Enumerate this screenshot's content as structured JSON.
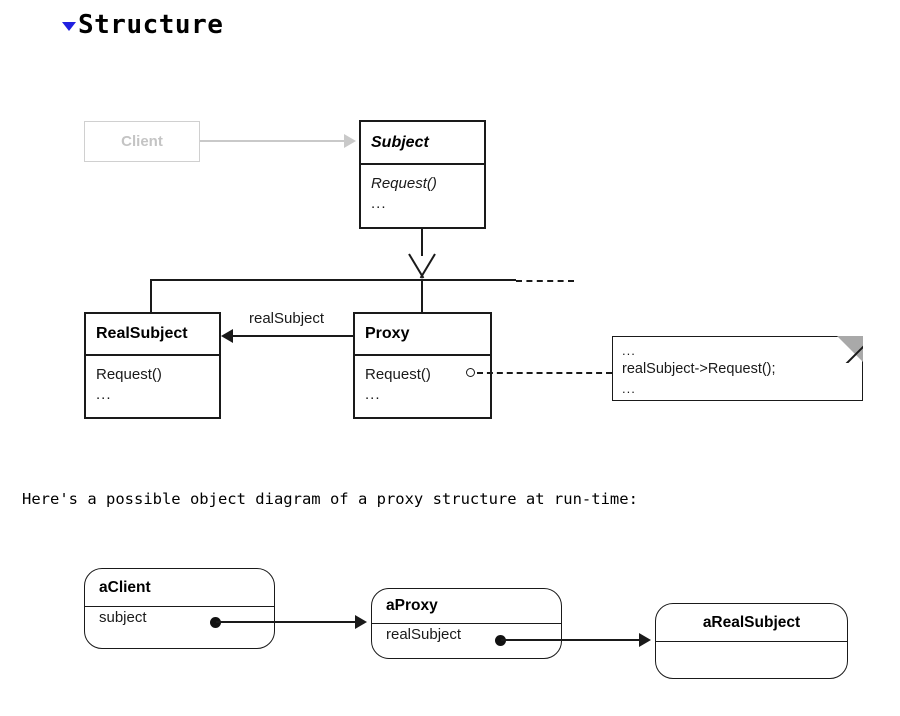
{
  "page": {
    "heading": "Structure",
    "heading_marker": "collapse-triangle-icon",
    "paragraph": "Here's a possible object diagram of a proxy structure at run-time:"
  },
  "colors": {
    "ink": "#1a1a1a",
    "disabled_gray": "#c4c4c4",
    "note_fold": "#a9a9a9",
    "marker_blue": "#2020e0"
  },
  "class_diagram": {
    "classes": [
      {
        "id": "client",
        "name": "Client",
        "style": "disabled",
        "members": []
      },
      {
        "id": "subject",
        "name": "Subject",
        "style": "abstract",
        "members": [
          "Request()",
          "..."
        ]
      },
      {
        "id": "realsubject",
        "name": "RealSubject",
        "style": "concrete",
        "members": [
          "Request()",
          "..."
        ]
      },
      {
        "id": "proxy",
        "name": "Proxy",
        "style": "concrete",
        "members": [
          "Request()",
          "..."
        ]
      }
    ],
    "association_label": "realSubject",
    "note": {
      "lines": [
        "...",
        "realSubject->Request();",
        "..."
      ]
    }
  },
  "object_diagram": {
    "objects": [
      {
        "id": "aclient",
        "name": "aClient",
        "attributes": [
          "subject"
        ]
      },
      {
        "id": "aproxy",
        "name": "aProxy",
        "attributes": [
          "realSubject"
        ]
      },
      {
        "id": "arealsubject",
        "name": "aRealSubject",
        "attributes": []
      }
    ]
  }
}
